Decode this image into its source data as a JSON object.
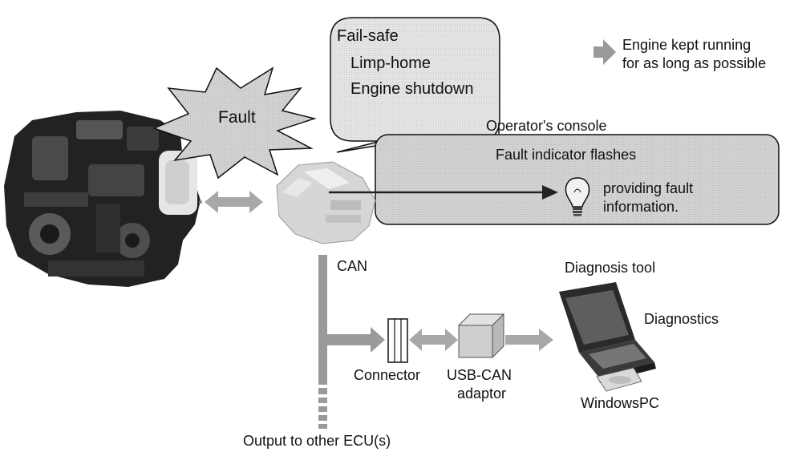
{
  "fault": "Fault",
  "failsafe": {
    "title": "Fail-safe",
    "items": [
      "Limp-home",
      "Engine shutdown"
    ]
  },
  "result": {
    "line1": "Engine kept running",
    "line2": "for as long as possible"
  },
  "console": {
    "title": "Operator's console",
    "indicator": "Fault indicator flashes",
    "info_line1": "providing fault",
    "info_line2": "information."
  },
  "can_label": "CAN",
  "connector_label": "Connector",
  "adaptor": {
    "line1": "USB-CAN",
    "line2": "adaptor"
  },
  "diagnosis_tool": "Diagnosis tool",
  "diagnostics": "Diagnostics",
  "pc_label": "WindowsPC",
  "output_label": "Output to other ECU(s)",
  "colors": {
    "panel_fill": "#cfcfcf",
    "arrow_gray": "#a8a8a8",
    "line_dark": "#222222",
    "bus_gray": "#9a9a9a"
  },
  "icons": [
    "engine-icon",
    "ecu-icon",
    "light-bulb-icon",
    "laptop-icon",
    "usb-can-adaptor-icon",
    "connector-icon"
  ]
}
